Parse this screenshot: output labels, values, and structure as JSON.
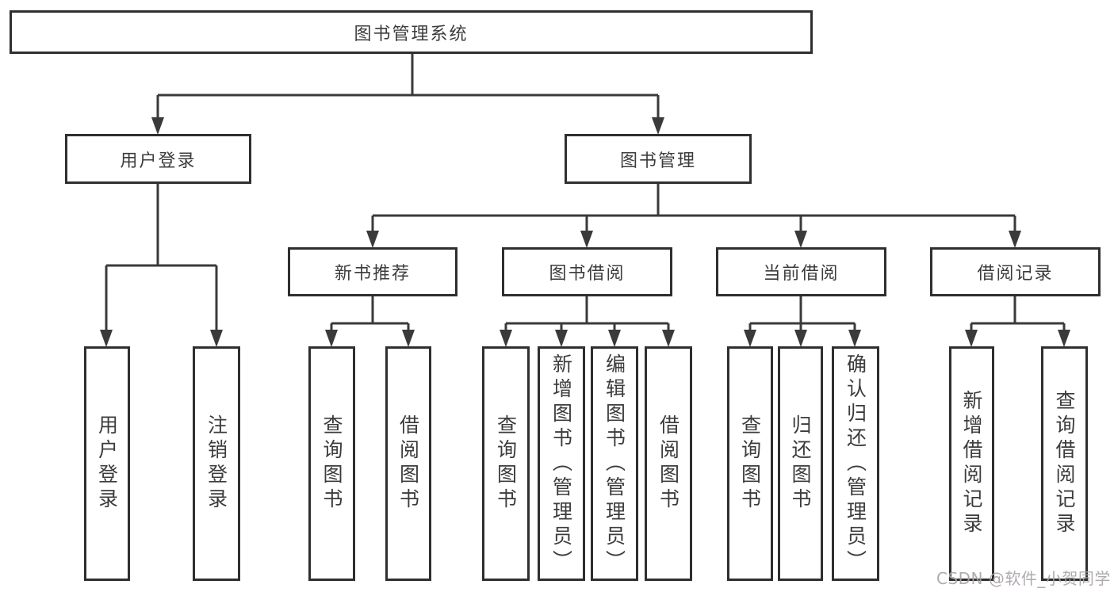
{
  "diagram": {
    "title": "图书管理系统",
    "root": {
      "label": "图书管理系统"
    },
    "branches": [
      {
        "label": "用户登录",
        "children": [
          {
            "label": "用户登录"
          },
          {
            "label": "注销登录"
          }
        ]
      },
      {
        "label": "图书管理",
        "sections": [
          {
            "label": "新书推荐",
            "children": [
              {
                "label": "查询图书"
              },
              {
                "label": "借阅图书"
              }
            ]
          },
          {
            "label": "图书借阅",
            "children": [
              {
                "label": "查询图书"
              },
              {
                "label": "新增图书（管理员）"
              },
              {
                "label": "编辑图书（管理员）"
              },
              {
                "label": "借阅图书"
              }
            ]
          },
          {
            "label": "当前借阅",
            "children": [
              {
                "label": "查询图书"
              },
              {
                "label": "归还图书"
              },
              {
                "label": "确认归还（管理员）"
              }
            ]
          },
          {
            "label": "借阅记录",
            "children": [
              {
                "label": "新增借阅记录"
              },
              {
                "label": "查询借阅记录"
              }
            ]
          }
        ]
      }
    ]
  },
  "watermark": {
    "text": "CSDN @软件_小贺同学"
  },
  "colors": {
    "box_border": "#2f2f2f",
    "connector_line": "#3a3a3a",
    "text": "#3c3c3c",
    "background": "#ffffff",
    "watermark_text": "#a9a3a9"
  }
}
